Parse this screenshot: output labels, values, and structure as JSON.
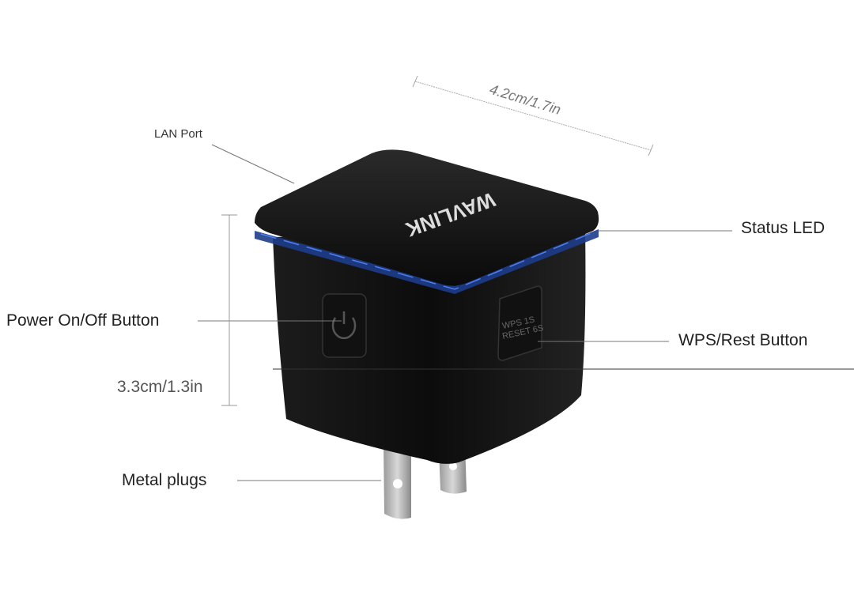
{
  "labels": {
    "lan_port": "LAN Port",
    "status_led": "Status LED",
    "power_button": "Power On/Off Button",
    "wps_button": "WPS/Rest Button",
    "metal_plugs": "Metal plugs",
    "height_dim": "3.3cm/1.3in",
    "width_dim": "4.2cm/1.7in"
  },
  "device": {
    "brand": "WAVLINK",
    "wps_text_line1": "WPS    1S",
    "wps_text_line2": "RESET 6S",
    "power_icon": "power-icon",
    "led_color": "#2a5bd0",
    "body_color": "#151515"
  }
}
